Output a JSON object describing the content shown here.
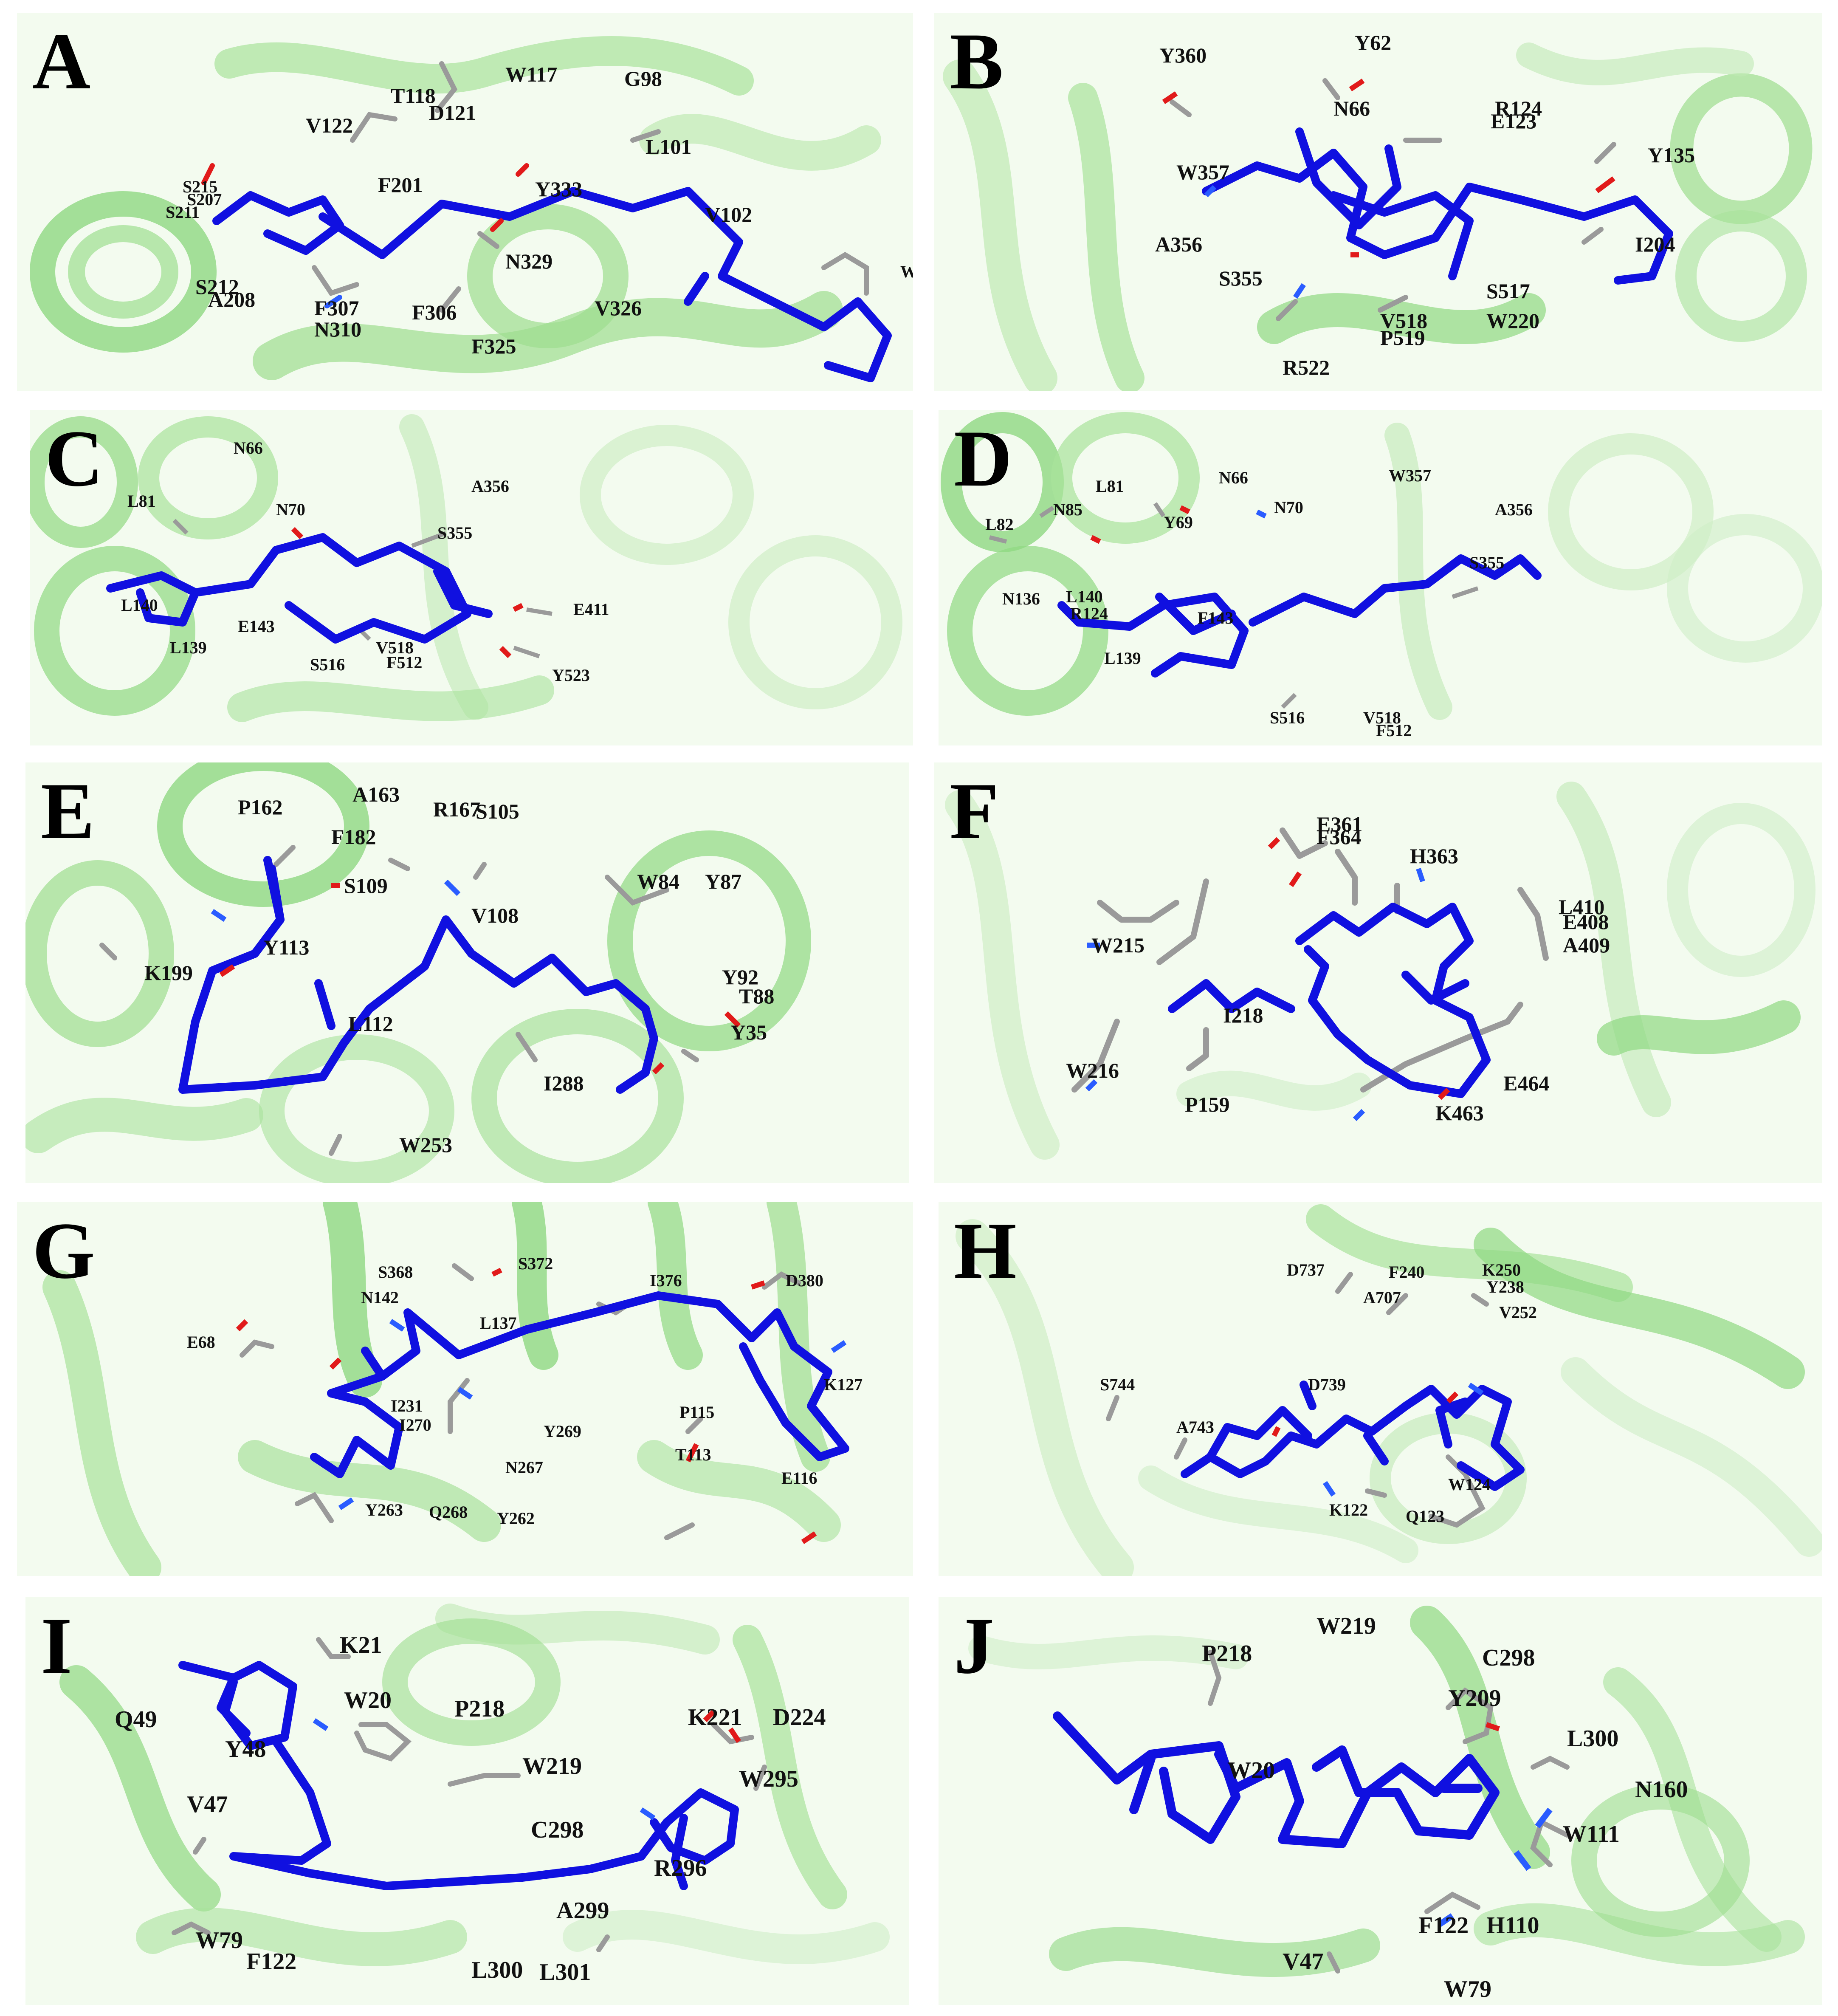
{
  "figure": {
    "colors": {
      "ribbon": "#b8e8ad",
      "ribbon_dark": "#8fd882",
      "ligand": "#1010e0",
      "residue_stick": "#9a9a9a",
      "oxygen": "#e11a1a",
      "nitrogen": "#2a5cff",
      "background": "#f3fbef"
    },
    "panels": [
      {
        "letter": "A",
        "labels": [
          "W117",
          "T118",
          "D121",
          "V122",
          "G98",
          "L101",
          "Y333",
          "F201",
          "S215",
          "S207",
          "S211",
          "V102",
          "N329",
          "S212",
          "A208",
          "F307",
          "F306",
          "V326",
          "N310",
          "F325",
          "W"
        ]
      },
      {
        "letter": "B",
        "labels": [
          "Y360",
          "Y62",
          "N66",
          "R124",
          "E123",
          "W357",
          "Y135",
          "A356",
          "I204",
          "S355",
          "S517",
          "V518",
          "W220",
          "P519",
          "R522"
        ]
      },
      {
        "letter": "C",
        "labels": [
          "N66",
          "L81",
          "N70",
          "A356",
          "S355",
          "L140",
          "E411",
          "E143",
          "L139",
          "V518",
          "S516",
          "F512",
          "Y523"
        ]
      },
      {
        "letter": "D",
        "labels": [
          "N66",
          "W357",
          "L81",
          "N85",
          "Y69",
          "N70",
          "A356",
          "L82",
          "S355",
          "N136",
          "L140",
          "R124",
          "L139",
          "F143",
          "S516",
          "V518",
          "F512"
        ]
      },
      {
        "letter": "E",
        "labels": [
          "P162",
          "A163",
          "R167",
          "S105",
          "F182",
          "S109",
          "W84",
          "Y87",
          "V108",
          "Y113",
          "K199",
          "Y92",
          "T88",
          "L112",
          "Y35",
          "I288",
          "W253"
        ]
      },
      {
        "letter": "F",
        "labels": [
          "E361",
          "F364",
          "H363",
          "L410",
          "E408",
          "A409",
          "W215",
          "I218",
          "W216",
          "P159",
          "E464",
          "K463"
        ]
      },
      {
        "letter": "G",
        "labels": [
          "S368",
          "S372",
          "I376",
          "D380",
          "N142",
          "L137",
          "E68",
          "K127",
          "I231",
          "P115",
          "Y269",
          "I270",
          "T113",
          "N267",
          "E116",
          "Y263",
          "Q268",
          "Y262"
        ]
      },
      {
        "letter": "H",
        "labels": [
          "D737",
          "F240",
          "K250",
          "Y238",
          "A707",
          "V252",
          "S744",
          "D739",
          "A743",
          "W124",
          "K122",
          "Q123"
        ]
      },
      {
        "letter": "I",
        "labels": [
          "K21",
          "W20",
          "P218",
          "K221",
          "D224",
          "Q49",
          "Y48",
          "W219",
          "W295",
          "V47",
          "C298",
          "R296",
          "A299",
          "W79",
          "F122",
          "L300",
          "L301"
        ]
      },
      {
        "letter": "J",
        "labels": [
          "W219",
          "P218",
          "C298",
          "Y209",
          "L300",
          "W20",
          "N160",
          "W111",
          "F122",
          "H110",
          "V47",
          "W79"
        ]
      }
    ]
  }
}
